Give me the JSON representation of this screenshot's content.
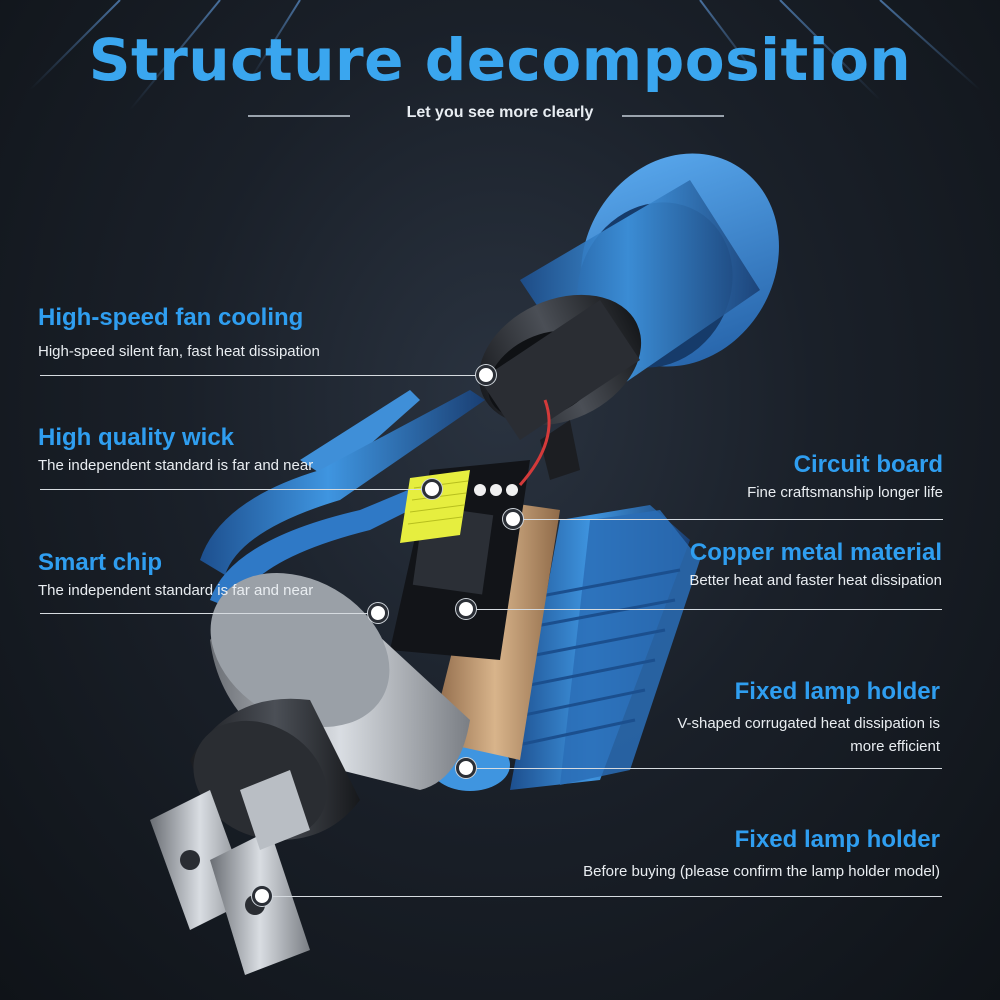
{
  "header": {
    "title": "Structure decomposition",
    "subtitle": "Let you see more clearly"
  },
  "callouts": {
    "fan": {
      "title": "High-speed fan cooling",
      "desc": "High-speed silent fan, fast heat dissipation"
    },
    "wick": {
      "title": "High quality wick",
      "desc": "The independent standard is far and near"
    },
    "chip": {
      "title": "Smart chip",
      "desc": "The independent standard is far and near"
    },
    "circuit": {
      "title": "Circuit board",
      "desc": "Fine craftsmanship longer life"
    },
    "copper": {
      "title": "Copper metal material",
      "desc": "Better heat and faster heat dissipation"
    },
    "holder1": {
      "title": "Fixed lamp holder",
      "desc_line1": "V-shaped corrugated heat dissipation is",
      "desc_line2": "more efficient"
    },
    "holder2": {
      "title": "Fixed lamp holder",
      "desc": "Before buying (please confirm the lamp holder model)"
    }
  },
  "colors": {
    "accent": "#2f9ef0",
    "background": "#1a2029",
    "aluminum_blue": "#2d7fd0",
    "copper": "#c9a37a",
    "chip_yellow": "#ecf24a"
  }
}
